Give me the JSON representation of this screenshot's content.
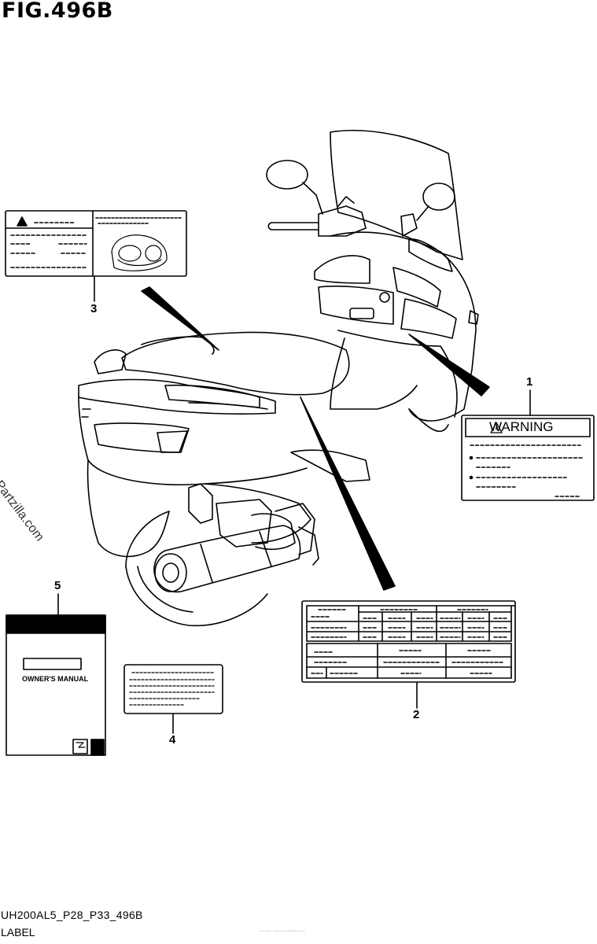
{
  "figure": {
    "title": "FIG.496B"
  },
  "watermark": "© Partzilla.com",
  "callouts": [
    {
      "number": "1"
    },
    {
      "number": "2"
    },
    {
      "number": "3"
    },
    {
      "number": "4"
    },
    {
      "number": "5"
    }
  ],
  "labels": {
    "warning_text": "WARNING",
    "manual_text": "OWNER'S MANUAL"
  },
  "footer": {
    "diagram_code": "UH200AL5_P28_P33_496B",
    "section_label": "LABEL",
    "tiny_text": "--- ---- - ----- - -- -------- -- --"
  }
}
